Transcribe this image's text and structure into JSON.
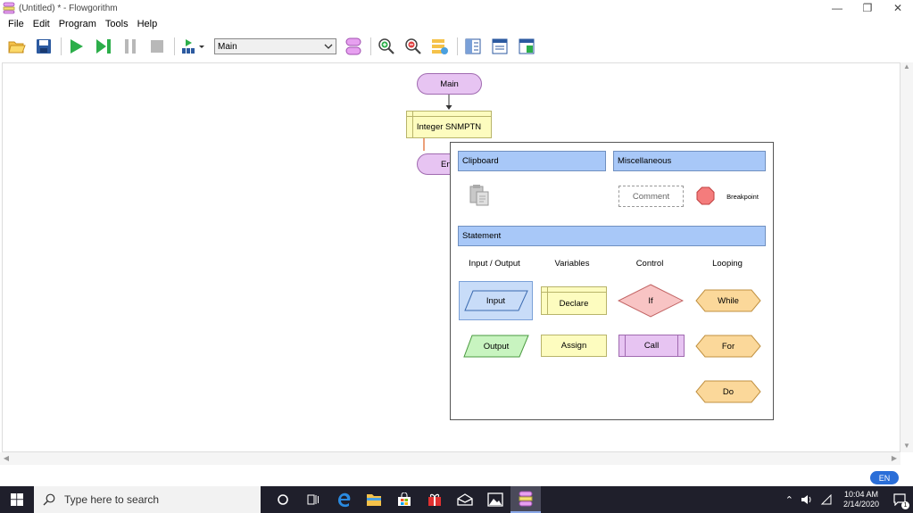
{
  "window": {
    "title": "(Untitled) * - Flowgorithm"
  },
  "menu": [
    "File",
    "Edit",
    "Program",
    "Tools",
    "Help"
  ],
  "toolbar": {
    "function_selected": "Main"
  },
  "flowchart": {
    "start_label": "Main",
    "declare_label": "Integer SNMPTN",
    "end_label": "En"
  },
  "popup": {
    "clipboard_header": "Clipboard",
    "misc_header": "Miscellaneous",
    "comment_label": "Comment",
    "breakpoint_label": "Breakpoint",
    "statement_header": "Statement",
    "columns": [
      "Input / Output",
      "Variables",
      "Control",
      "Looping"
    ],
    "shapes": {
      "input": "Input",
      "output": "Output",
      "declare": "Declare",
      "assign": "Assign",
      "if": "If",
      "call": "Call",
      "while": "While",
      "for": "For",
      "do": "Do"
    }
  },
  "taskbar": {
    "search_placeholder": "Type here to search",
    "time": "10:04 AM",
    "date": "2/14/2020",
    "language": "EN",
    "notification_count": "1"
  },
  "colors": {
    "terminal_fill": "#e7c4f2",
    "declare_fill": "#fdfcbf",
    "section_header": "#a8c8f8",
    "input_fill": "#c8dcf8",
    "output_fill": "#c8f4c0",
    "if_fill": "#f8c4c4",
    "loop_fill": "#fbd89a",
    "call_fill": "#e7c4f2"
  }
}
